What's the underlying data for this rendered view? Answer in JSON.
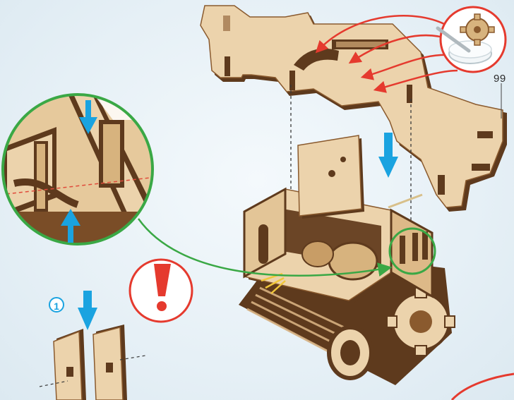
{
  "colors": {
    "background": "#e6f0f6",
    "wood_face": "#ecd3ac",
    "wood_edge_dark": "#5e3a1d",
    "wood_edge_mid": "#8a5a2e",
    "arrow_blue": "#1aa3e0",
    "accent_red": "#e53a2e",
    "callout_green": "#3aa845",
    "cut_line_red": "#e04a3a"
  },
  "labels": {
    "part_number": "99",
    "step_number": "1"
  },
  "icons": {
    "alert": "exclamation-in-red-circle",
    "arrows": "blue-down-arrow",
    "tool": "sandpaper-and-gear"
  }
}
